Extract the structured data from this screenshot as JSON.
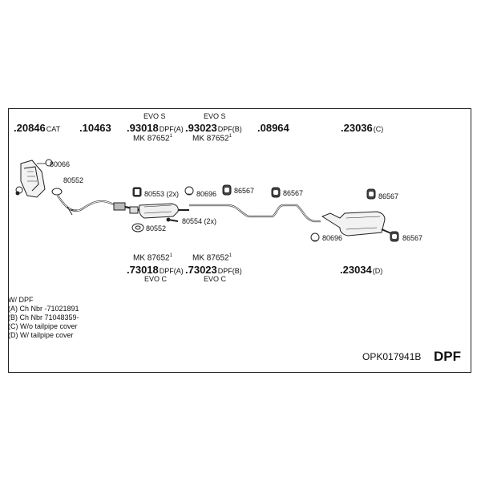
{
  "top_parts": [
    {
      "num": ".20846",
      "suffix": "CAT",
      "evo": ""
    },
    {
      "num": ".10463",
      "suffix": "",
      "evo": ""
    },
    {
      "num": ".93018",
      "suffix": "DPF(A)",
      "evo": "EVO S",
      "mk": "MK 87652",
      "mk_sup": "1"
    },
    {
      "num": ".93023",
      "suffix": "DPF(B)",
      "evo": "EVO S",
      "mk": "MK 87652",
      "mk_sup": "1"
    },
    {
      "num": ".08964",
      "suffix": "",
      "evo": ""
    },
    {
      "num": ".23036",
      "suffix": "(C)",
      "evo": ""
    }
  ],
  "bottom_parts": [
    {
      "num": ".73018",
      "suffix": "DPF(A)",
      "evo": "EVO C",
      "mk": "MK 87652",
      "mk_sup": "1"
    },
    {
      "num": ".73023",
      "suffix": "DPF(B)",
      "evo": "EVO C",
      "mk": "MK 87652",
      "mk_sup": "1"
    },
    {
      "num": ".23034",
      "suffix": "(D)",
      "evo": ""
    }
  ],
  "component_labels": {
    "l80066": "80066",
    "l80552a": "80552",
    "l80553": "80553 (2x)",
    "l80696a": "80696",
    "l86567a": "86567",
    "l86567b": "86567",
    "l86567c": "86567",
    "l86567d": "86567",
    "l80554": "80554 (2x)",
    "l80552b": "80552",
    "l80696b": "80696"
  },
  "notes": [
    "W/ DPF",
    "(A) Ch Nbr -71021891",
    "(B) Ch Nbr 71048359-",
    "(C) W/o tailpipe cover",
    "(D) W/ tailpipe cover"
  ],
  "kit_code": "OPK017941B",
  "kit_type": "DPF"
}
